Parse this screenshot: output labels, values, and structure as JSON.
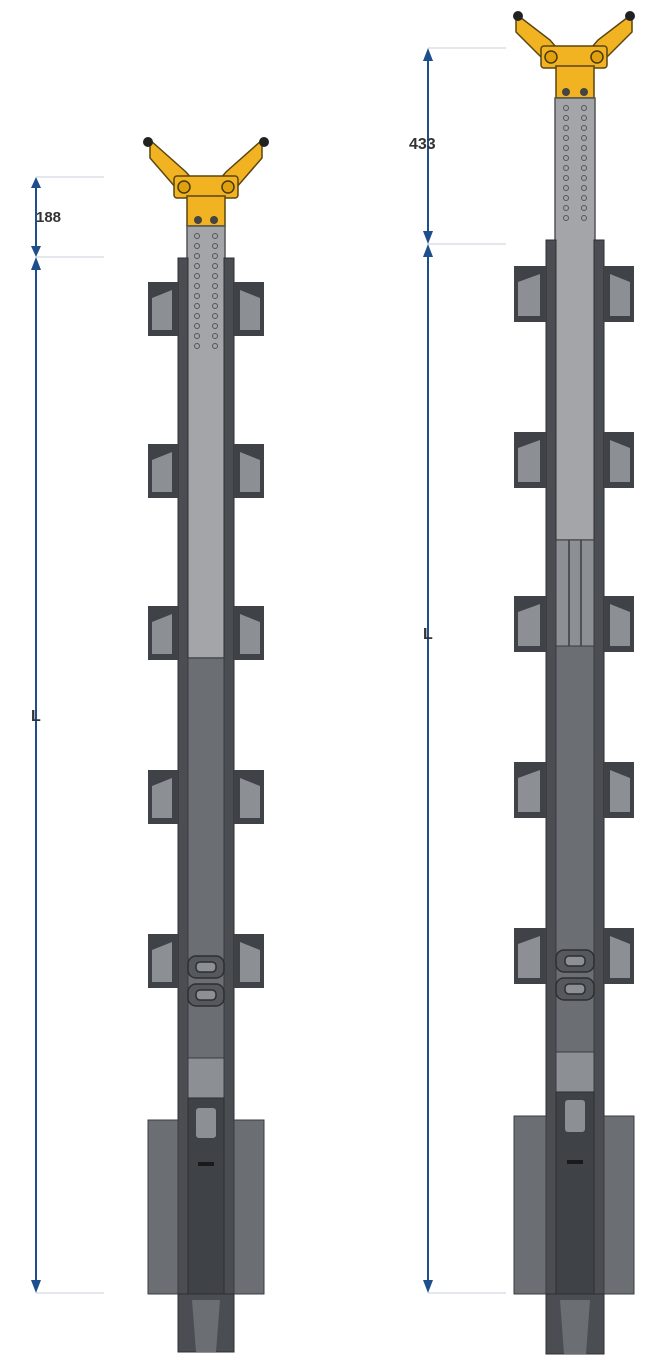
{
  "diagram": {
    "left_post": {
      "extension_label": "188",
      "length_label": "L"
    },
    "right_post": {
      "extension_label": "433",
      "length_label": "L"
    }
  },
  "colors": {
    "dimension_line": "#1f4e8c",
    "yellow_head": "#f2b322",
    "tube_dark": "#4a4d52",
    "tube_mid": "#6b6e73",
    "tube_light": "#a3a5a8",
    "bracket_dark": "#3f4246",
    "bracket_light": "#8c8f93"
  }
}
